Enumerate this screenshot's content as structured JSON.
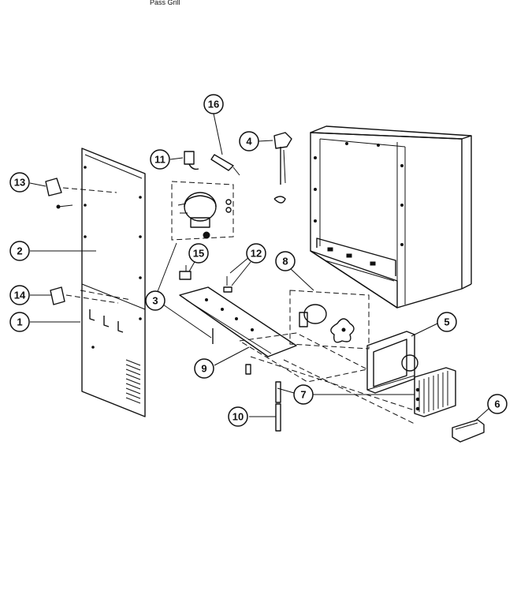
{
  "header_fragment": "Pass Grill",
  "callouts": [
    {
      "number": "1"
    },
    {
      "number": "2"
    },
    {
      "number": "3"
    },
    {
      "number": "4"
    },
    {
      "number": "5"
    },
    {
      "number": "6"
    },
    {
      "number": "7"
    },
    {
      "number": "8"
    },
    {
      "number": "9"
    },
    {
      "number": "10"
    },
    {
      "number": "11"
    },
    {
      "number": "12"
    },
    {
      "number": "13"
    },
    {
      "number": "14"
    },
    {
      "number": "15"
    },
    {
      "number": "16"
    }
  ]
}
